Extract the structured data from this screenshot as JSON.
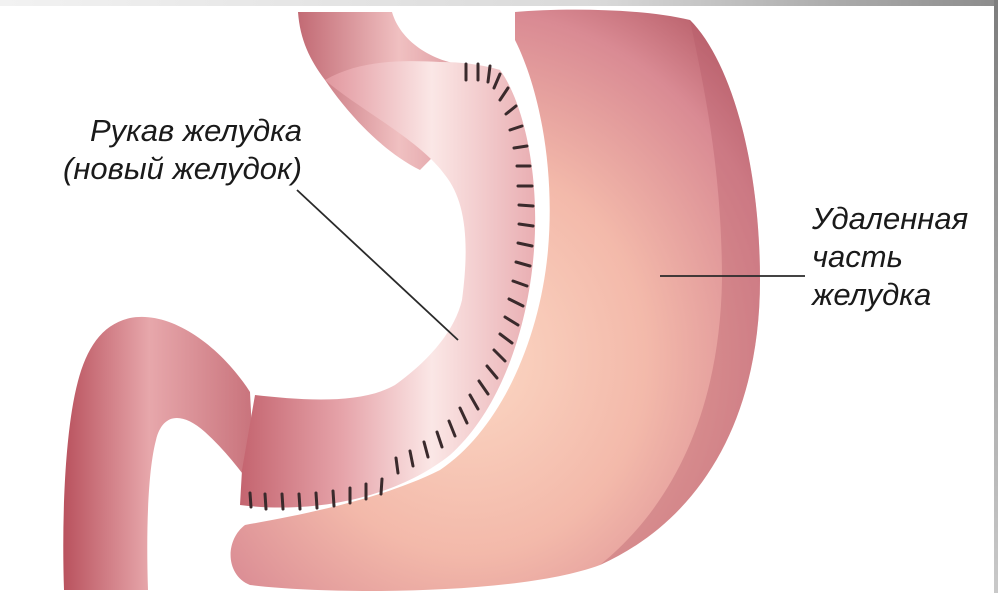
{
  "labels": {
    "sleeve": {
      "line1": "Рукав желудка",
      "line2": "(новый желудок)"
    },
    "removed": {
      "line1": "Удаленная",
      "line2": "часть",
      "line3": "желудка"
    }
  },
  "colors": {
    "tissue": "#d98a93",
    "tissue_light": "#f6d6d3",
    "tissue_dark": "#b3565f",
    "removed_light": "#f9c9b4",
    "staples": "#3a2a2c",
    "leader_line": "#2a2a2a"
  }
}
